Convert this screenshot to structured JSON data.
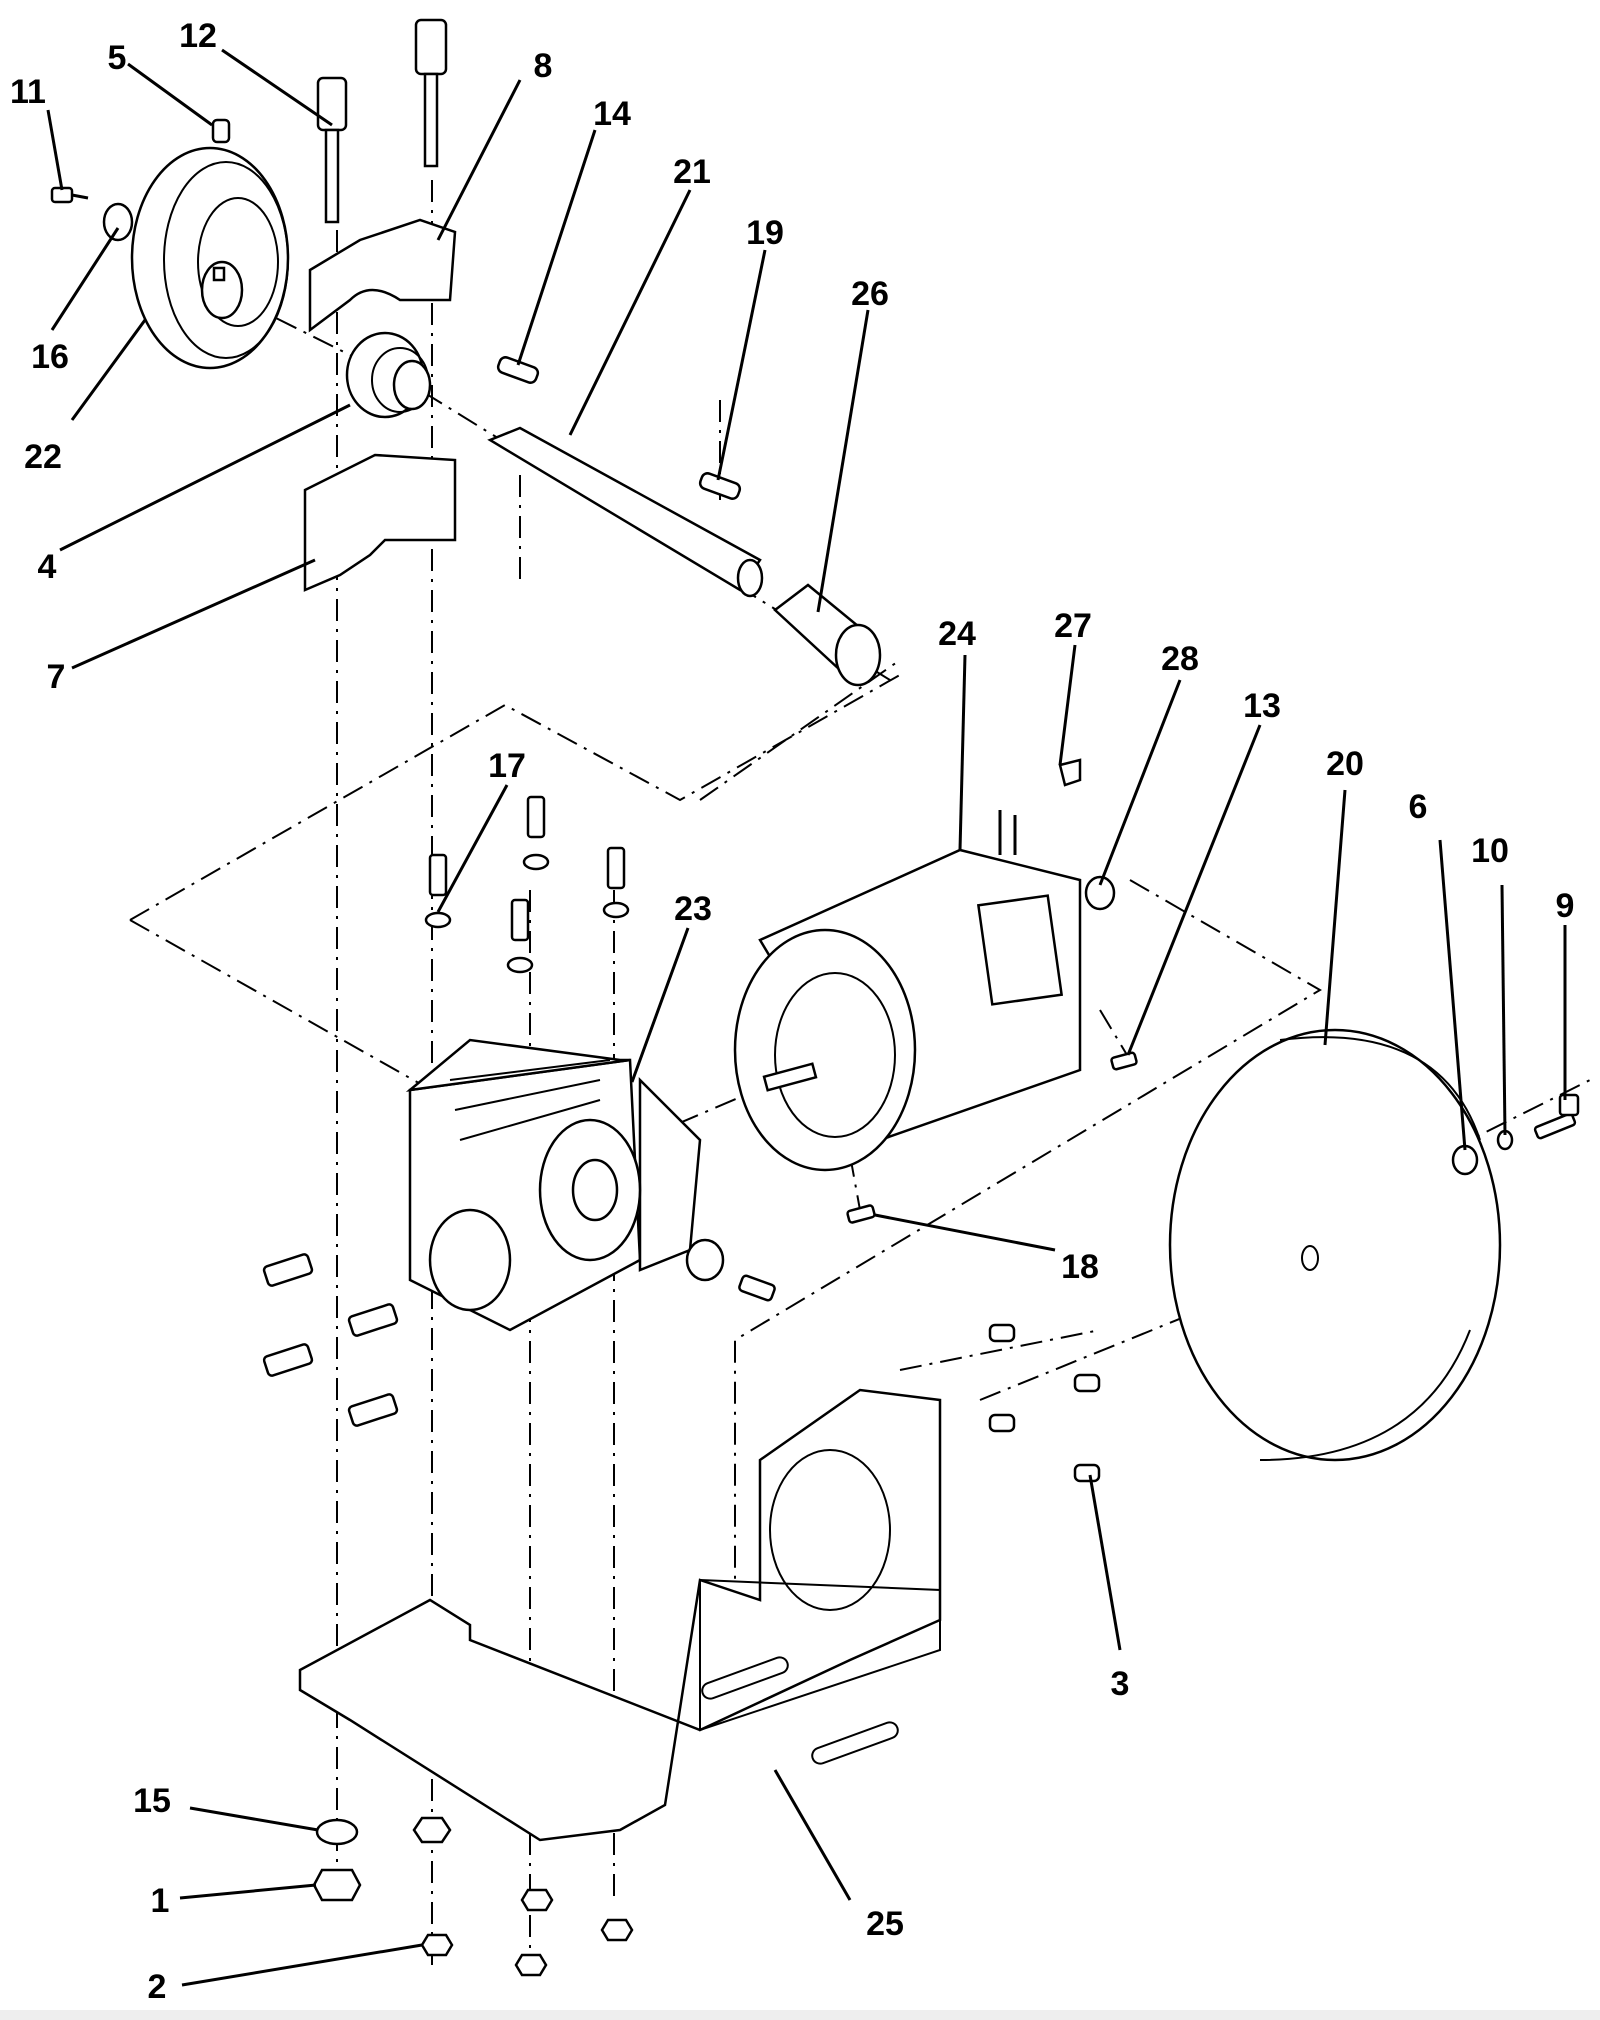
{
  "callouts": [
    {
      "id": "1",
      "label": "1"
    },
    {
      "id": "2",
      "label": "2"
    },
    {
      "id": "3",
      "label": "3"
    },
    {
      "id": "4",
      "label": "4"
    },
    {
      "id": "5",
      "label": "5"
    },
    {
      "id": "6",
      "label": "6"
    },
    {
      "id": "7",
      "label": "7"
    },
    {
      "id": "8",
      "label": "8"
    },
    {
      "id": "9",
      "label": "9"
    },
    {
      "id": "10",
      "label": "10"
    },
    {
      "id": "11",
      "label": "11"
    },
    {
      "id": "12",
      "label": "12"
    },
    {
      "id": "13",
      "label": "13"
    },
    {
      "id": "14",
      "label": "14"
    },
    {
      "id": "15",
      "label": "15"
    },
    {
      "id": "16",
      "label": "16"
    },
    {
      "id": "17",
      "label": "17"
    },
    {
      "id": "18",
      "label": "18"
    },
    {
      "id": "19",
      "label": "19"
    },
    {
      "id": "20",
      "label": "20"
    },
    {
      "id": "21",
      "label": "21"
    },
    {
      "id": "22",
      "label": "22"
    },
    {
      "id": "23",
      "label": "23"
    },
    {
      "id": "24",
      "label": "24"
    },
    {
      "id": "25",
      "label": "25"
    },
    {
      "id": "26",
      "label": "26"
    },
    {
      "id": "27",
      "label": "27"
    },
    {
      "id": "28",
      "label": "28"
    }
  ]
}
